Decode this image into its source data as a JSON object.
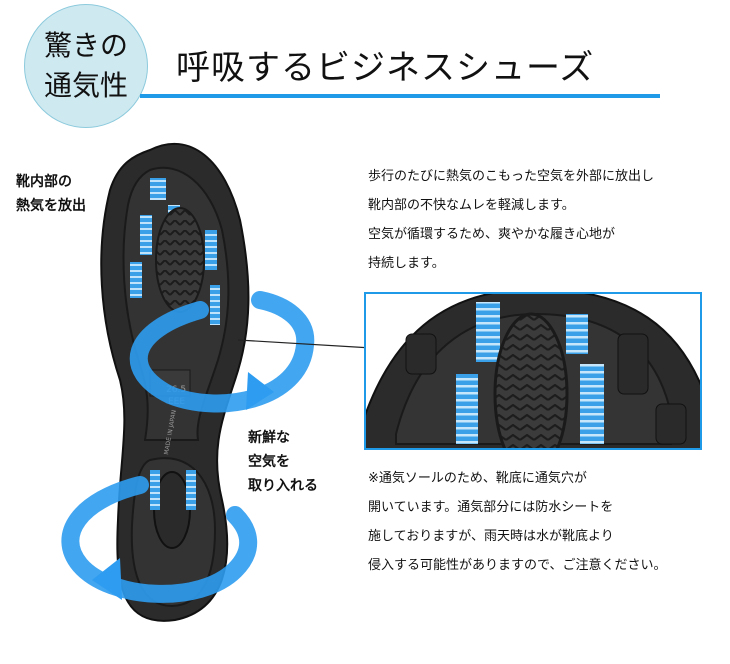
{
  "badge": {
    "line1": "驚きの",
    "line2": "通気性"
  },
  "title": "呼吸するビジネスシューズ",
  "label_vent": {
    "line1": "靴内部の",
    "line2": "熱気を放出"
  },
  "label_air": {
    "line1": "新鮮な",
    "line2": "空気を",
    "line3": "取り入れる"
  },
  "description": [
    "歩行のたびに熱気のこもった空気を外部に放出し",
    "靴内部の不快なムレを軽減します。",
    "空気が循環するため、爽やかな履き心地が",
    "持続します。"
  ],
  "note": [
    "※通気ソールのため、靴底に通気穴が",
    "開いています。通気部分には防水シートを",
    "施しておりますが、雨天時は水が靴底より",
    "侵入する可能性がありますので、ご注意ください。"
  ],
  "sole_marks": {
    "size": "26.5",
    "width": "EEE",
    "origin": "MADE IN JAPAN"
  },
  "colors": {
    "accent": "#1f9ae8",
    "badge_bg": "#cfe9f1",
    "sole": "#2b2b2b",
    "vent": "#3aa0e8"
  },
  "icons": [
    "sole-icon",
    "circulation-arrow-icon",
    "zoom-sole-icon"
  ]
}
